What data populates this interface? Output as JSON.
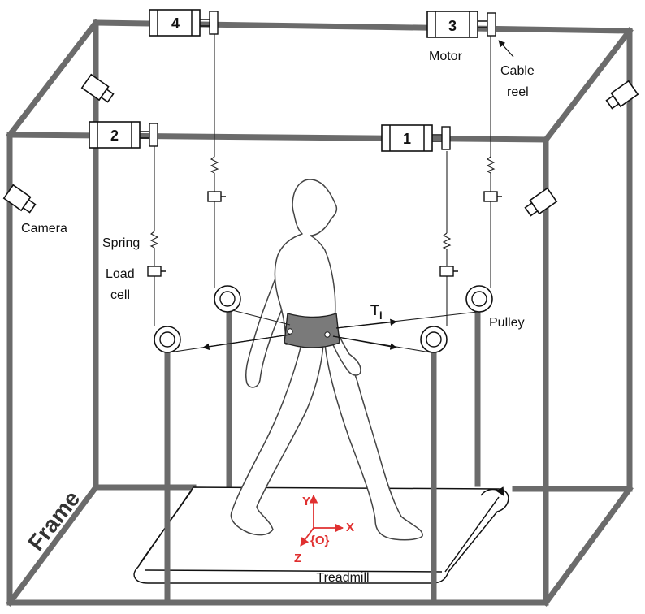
{
  "labels": {
    "motor": "Motor",
    "cable_reel_line1": "Cable",
    "cable_reel_line2": "reel",
    "camera": "Camera",
    "spring": "Spring",
    "load_cell_line1": "Load",
    "load_cell_line2": "cell",
    "pulley": "Pulley",
    "tension": "T",
    "tension_sub": "i",
    "frame": "Frame",
    "treadmill": "Treadmill",
    "origin": "{O}",
    "axis_x": "X",
    "axis_y": "Y",
    "axis_z": "Z"
  },
  "motors": [
    {
      "id": "motor-1",
      "number": "1"
    },
    {
      "id": "motor-2",
      "number": "2"
    },
    {
      "id": "motor-3",
      "number": "3"
    },
    {
      "id": "motor-4",
      "number": "4"
    }
  ],
  "colors": {
    "frame": "#6b6b6b",
    "axis": "#e03030",
    "belt": "#7a7a7a",
    "line": "#111111"
  }
}
